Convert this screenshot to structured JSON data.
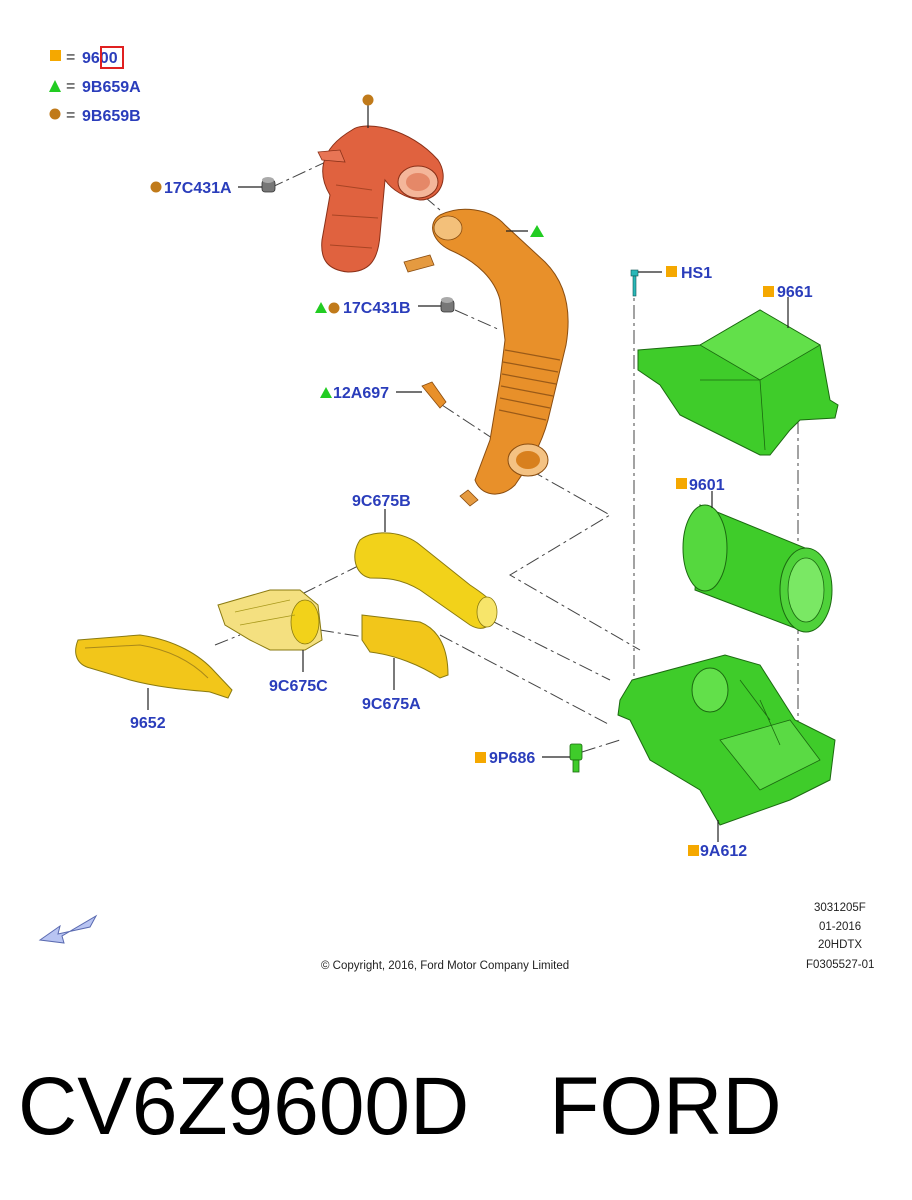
{
  "legend": [
    {
      "symbol": "square",
      "color": "#f5a800",
      "eq": "=",
      "code": "9600"
    },
    {
      "symbol": "triangle",
      "color": "#22cc22",
      "eq": "=",
      "code": "9B659A"
    },
    {
      "symbol": "circle",
      "color": "#c07a1a",
      "eq": "=",
      "code": "9B659B"
    }
  ],
  "labels": {
    "p17C431A": "17C431A",
    "p17C431B": "17C431B",
    "p12A697": "12A697",
    "pHS1": "HS1",
    "p9661": "9661",
    "p9601": "9601",
    "p9C675B": "9C675B",
    "p9C675C": "9C675C",
    "p9C675A": "9C675A",
    "p9652": "9652",
    "p9P686": "9P686",
    "p9A612": "9A612"
  },
  "footer": {
    "copyright": "© Copyright, 2016, Ford Motor Company Limited",
    "ref1": "3031205F",
    "ref2": "01-2016",
    "ref3": "20HDTX",
    "ref4": "F0305527-01"
  },
  "caption": {
    "part_number": "CV6Z9600D",
    "brand": "FORD"
  },
  "colors": {
    "orange_red": "#e0623f",
    "orange": "#e8902a",
    "green": "#3fcc2a",
    "yellow": "#f2d21a",
    "label_blue": "#2a3dbb"
  },
  "icons": [
    "back-arrow-icon"
  ]
}
